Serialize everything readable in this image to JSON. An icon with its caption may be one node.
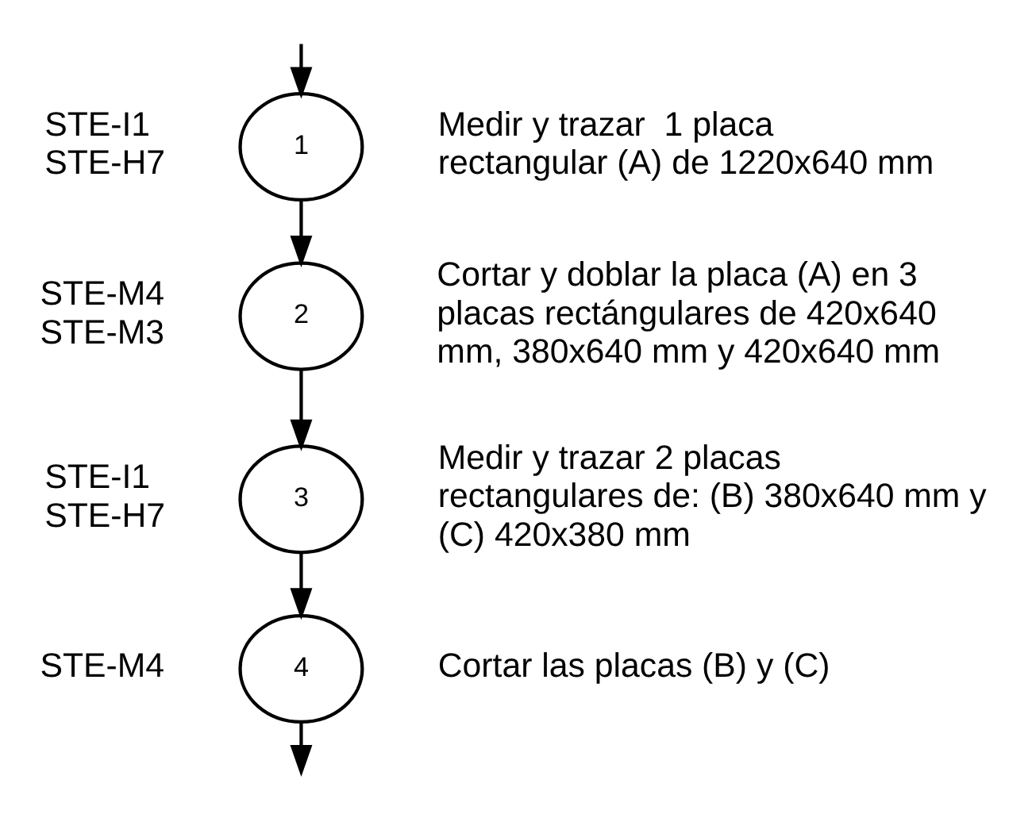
{
  "diagram": {
    "nodes": [
      {
        "text": [
          "1"
        ],
        "beside": [
          "STE-I1 STE-H7",
          "Medir y trazar  1 placa rectangular (A) de 1220x640 mm"
        ]
      },
      {
        "text": [
          "2"
        ],
        "beside": [
          "STE-M4 STE-M3",
          "Cortar y doblar la placa (A) en 3 placas rectángulares de 420x640 mm, 380x640 mm y 420x640 mm"
        ]
      },
      {
        "text": [
          "3"
        ],
        "beside": [
          "STE-I1 STE-H7",
          "Medir y trazar 2 placas rectangulares de: (B) 380x640 mm y (C) 420x380 mm"
        ]
      },
      {
        "text": [
          "4"
        ],
        "beside": [
          "STE-M4",
          "Cortar las placas (B) y (C)"
        ]
      }
    ],
    "edges": [
      {
        "from": null,
        "to": 0,
        "arrow": "to"
      },
      {
        "from": 0,
        "to": 1,
        "arrow": "to"
      },
      {
        "from": 1,
        "to": 2,
        "arrow": "to"
      },
      {
        "from": 2,
        "to": 3,
        "arrow": "to"
      },
      {
        "from": 3,
        "to": null,
        "arrow": "to"
      }
    ]
  }
}
